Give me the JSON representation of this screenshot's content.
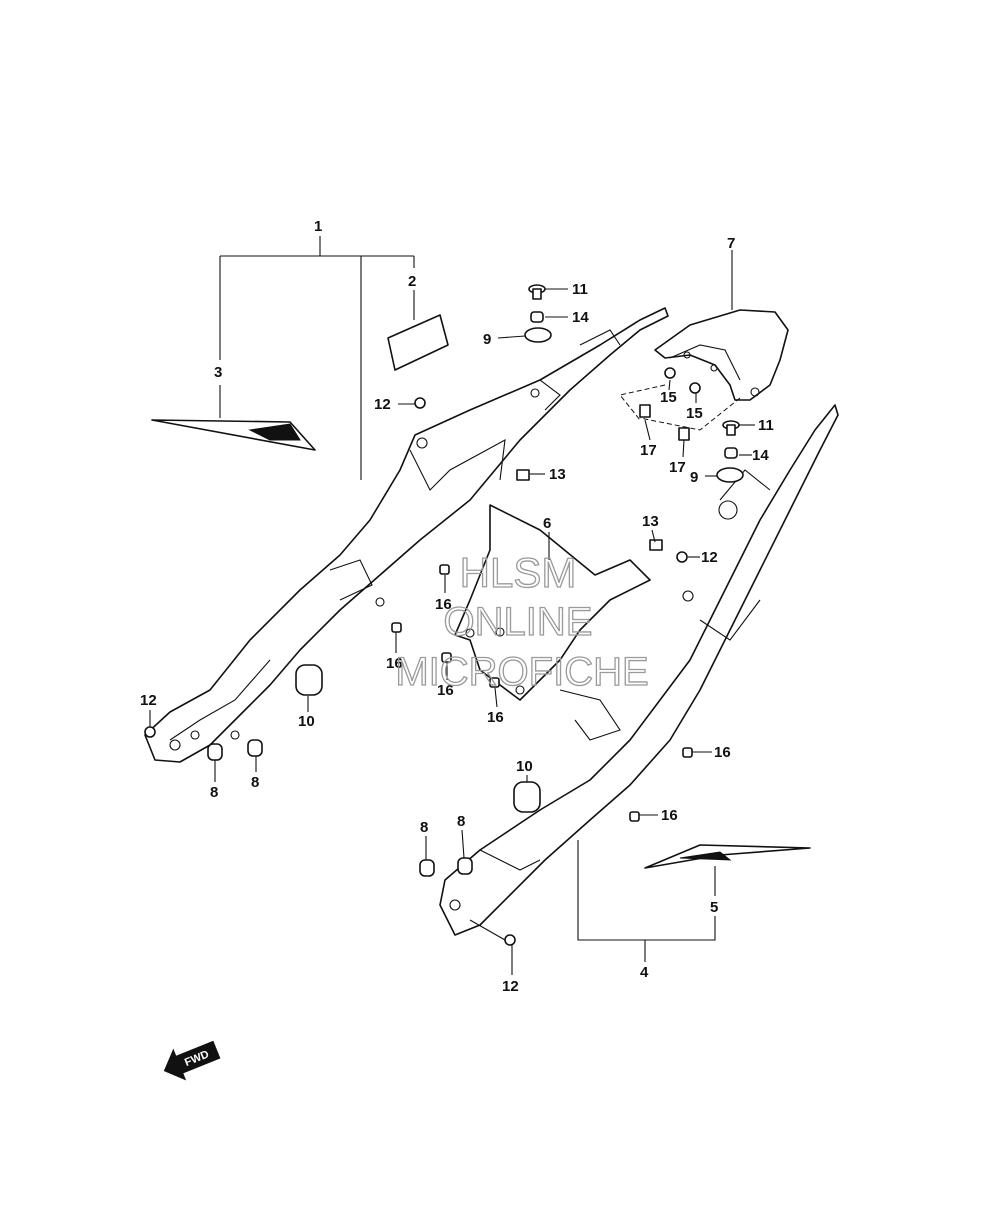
{
  "watermark": {
    "line1": "HLSM",
    "line2": "ONLINE",
    "line3": "MICROFICHE"
  },
  "direction_badge": "FWD",
  "labels": {
    "p1": "1",
    "p2": "2",
    "p3": "3",
    "p4": "4",
    "p5": "5",
    "p6": "6",
    "p7": "7",
    "p8a": "8",
    "p8b": "8",
    "p8c": "8",
    "p8d": "8",
    "p9a": "9",
    "p9b": "9",
    "p10a": "10",
    "p10b": "10",
    "p11a": "11",
    "p11b": "11",
    "p12a": "12",
    "p12b": "12",
    "p12c": "12",
    "p12d": "12",
    "p13a": "13",
    "p13b": "13",
    "p14a": "14",
    "p14b": "14",
    "p15a": "15",
    "p15b": "15",
    "p16a": "16",
    "p16b": "16",
    "p16c": "16",
    "p16d": "16",
    "p16e": "16",
    "p16f": "16",
    "p17a": "17",
    "p17b": "17"
  }
}
